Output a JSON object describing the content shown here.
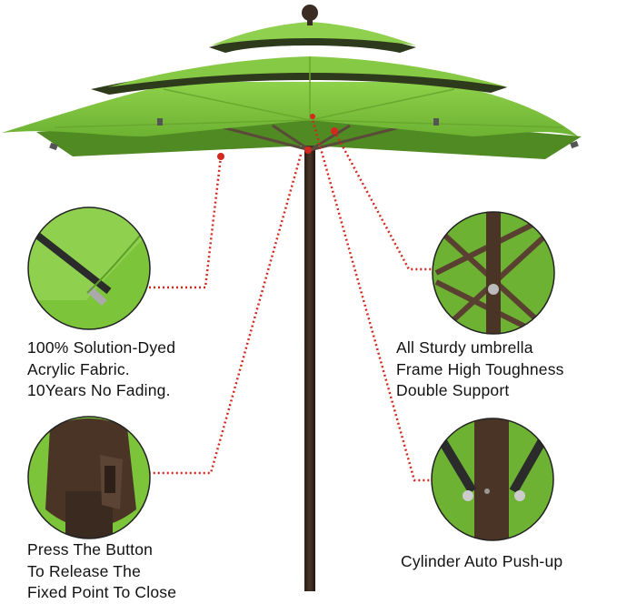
{
  "captions": {
    "fabric": "100% Solution-Dyed\nAcrylic Fabric.\n10Years No Fading.",
    "frame": "All Sturdy umbrella\nFrame High Toughness\nDouble Support",
    "button": "Press The Button\nTo Release The\nFixed Point To Close",
    "cylinder": "Cylinder Auto Push-up"
  },
  "colors": {
    "canopy": "#7cc43a",
    "canopy_dark": "#5e9e28",
    "pole": "#3a2a20",
    "callout": "#d4291f",
    "background": "#ffffff"
  },
  "icons": {
    "fabric_detail": "canopy-edge-icon",
    "frame_detail": "frame-ribs-icon",
    "button_detail": "release-button-icon",
    "cylinder_detail": "cylinder-icon"
  }
}
